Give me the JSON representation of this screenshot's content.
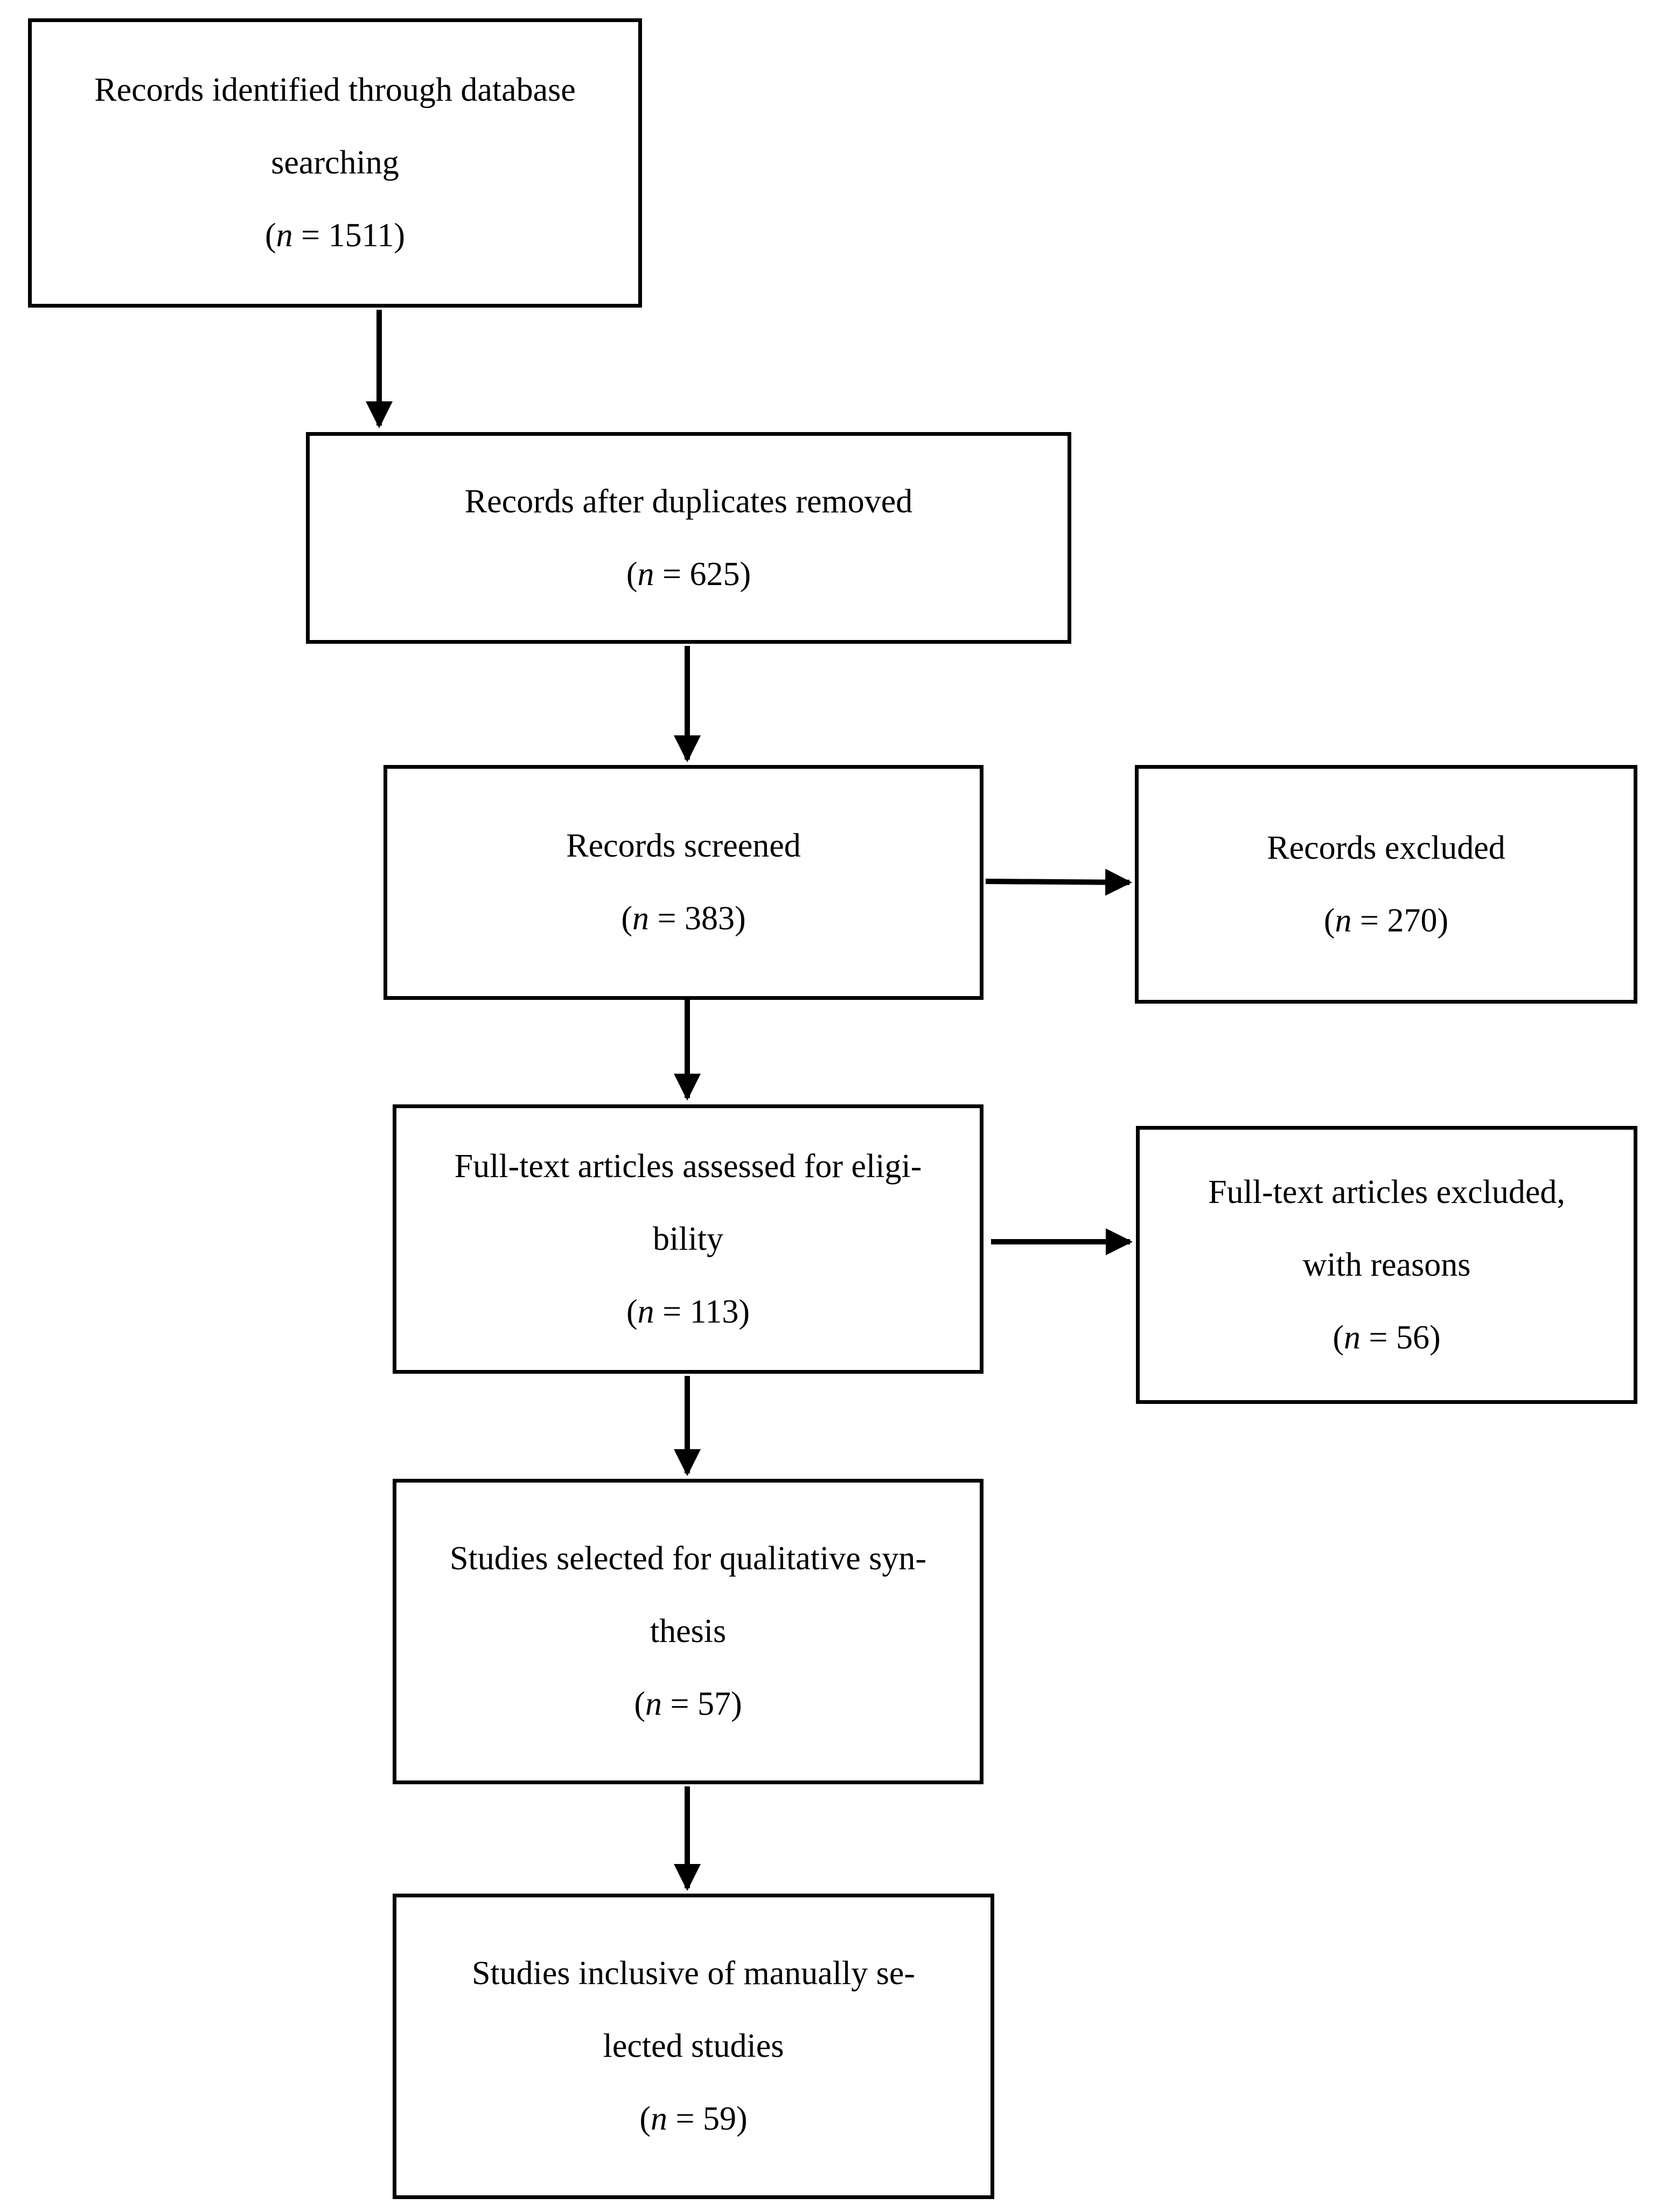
{
  "boxes": {
    "identified": {
      "lines": [
        "Records identified through database",
        "searching"
      ],
      "n_label": "n",
      "n_value": " = 1511)"
    },
    "deduplicated": {
      "lines": [
        "Records after duplicates removed"
      ],
      "n_label": "n",
      "n_value": " = 625)"
    },
    "screened": {
      "lines": [
        "Records screened"
      ],
      "n_label": "n",
      "n_value": " = 383)"
    },
    "excluded": {
      "lines": [
        "Records excluded"
      ],
      "n_label": "n",
      "n_value": " = 270)"
    },
    "full_text_assessed": {
      "lines": [
        "Full-text articles assessed for eligi-",
        "bility"
      ],
      "n_label": "n",
      "n_value": " = 113)"
    },
    "full_text_excluded": {
      "lines": [
        "Full-text articles excluded,",
        "with reasons"
      ],
      "n_label": "n",
      "n_value": " = 56)"
    },
    "qualitative": {
      "lines": [
        "Studies selected for qualitative syn-",
        "thesis"
      ],
      "n_label": "n",
      "n_value": " = 57)"
    },
    "inclusive": {
      "lines": [
        "Studies inclusive of manually se-",
        "lected studies"
      ],
      "n_label": "n",
      "n_value": " = 59)"
    }
  },
  "open_paren": "("
}
